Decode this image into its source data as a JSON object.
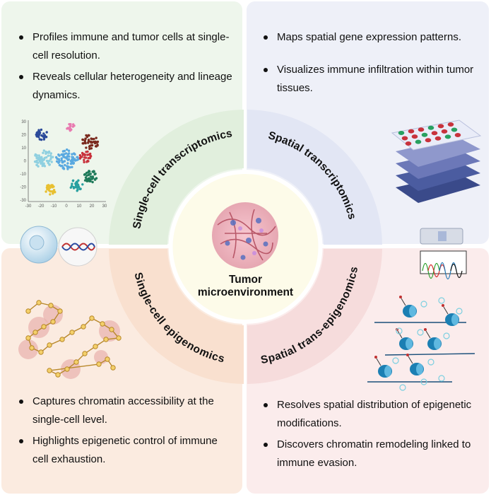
{
  "center": {
    "line1": "Tumor",
    "line2": "microenvironment"
  },
  "sectors": {
    "tl": "Single-cell transcriptomics",
    "tr": "Spatial transcriptomics",
    "bl": "Single-cell epigenomics",
    "br": "Spatial trans-epigenomics"
  },
  "panels": {
    "tl": {
      "bullets": [
        "Profiles immune and tumor cells at single-cell resolution.",
        "Reveals cellular heterogeneity and lineage dynamics."
      ]
    },
    "tr": {
      "bullets": [
        "Maps spatial gene expression patterns.",
        "Visualizes immune infiltration within tumor tissues."
      ]
    },
    "bl": {
      "bullets": [
        "Captures chromatin accessibility at the single-cell level.",
        "Highlights epigenetic control of immune cell exhaustion."
      ]
    },
    "br": {
      "bullets": [
        "Resolves spatial distribution of epigenetic modifications.",
        "Discovers chromatin remodeling linked to immune evasion."
      ]
    }
  },
  "tsne": {
    "yticks": [
      "30",
      "20",
      "10",
      "0",
      "-10",
      "-20",
      "-30"
    ],
    "xticks": [
      "-30",
      "-20",
      "-10",
      "0",
      "10",
      "20",
      "30"
    ]
  },
  "colors": {
    "tl": "#e3f0e0",
    "tr": "#e3e7f4",
    "bl": "#f9e2d2",
    "br": "#f6dede",
    "accent_teal": "#1b7fb3",
    "chip_red": "#c8323c",
    "chip_green": "#28a060"
  }
}
